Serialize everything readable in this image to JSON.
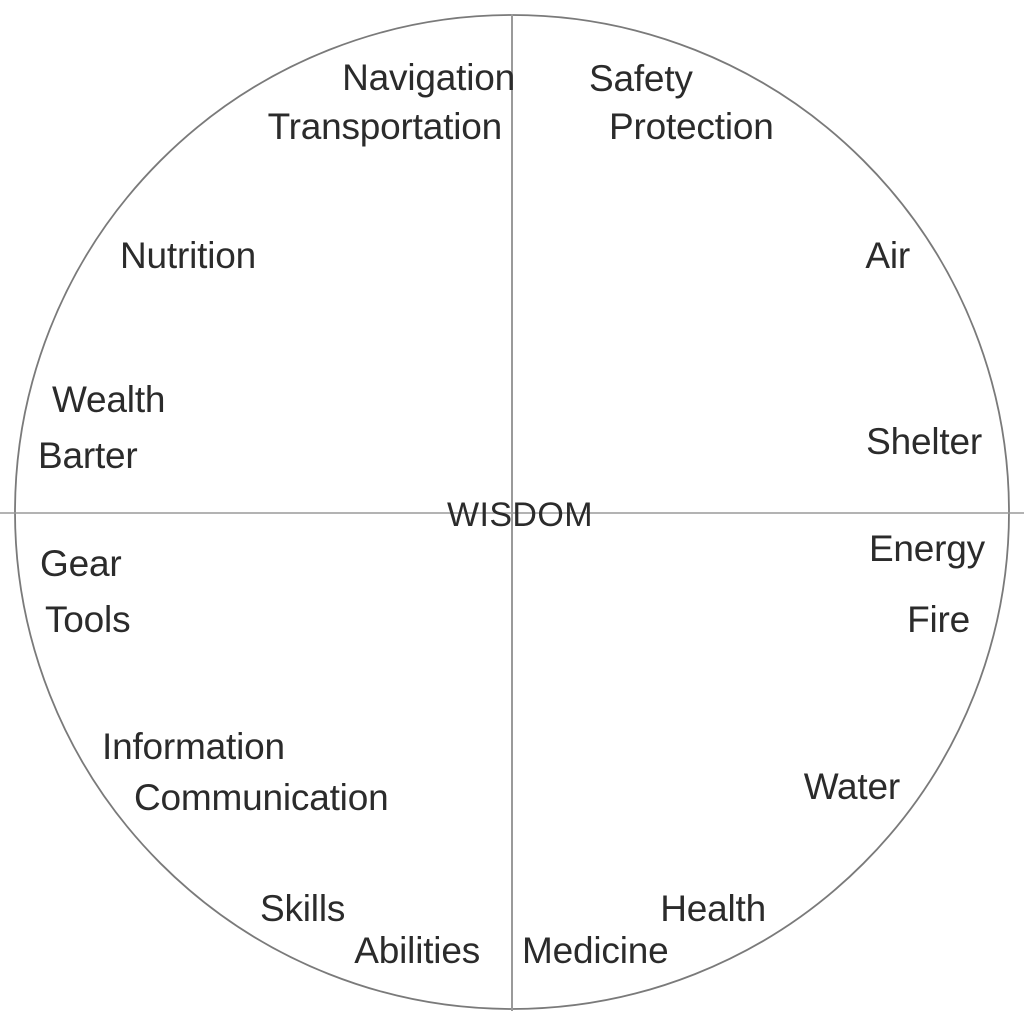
{
  "diagram": {
    "title": "WISDOM",
    "center_label": "WISDOM",
    "shape": "circle divided into four quadrants by a vertical and a horizontal axis",
    "stroke_color": "#7a7a7a",
    "text_color": "#2b2b2b",
    "background_color": "#ffffff",
    "quadrants": [
      {
        "name": "upper-left",
        "groups": [
          {
            "lines": [
              "Navigation",
              "Transportation"
            ]
          },
          {
            "lines": [
              "Nutrition"
            ]
          },
          {
            "lines": [
              "Wealth",
              "Barter"
            ]
          }
        ]
      },
      {
        "name": "upper-right",
        "groups": [
          {
            "lines": [
              "Safety",
              "Protection"
            ]
          },
          {
            "lines": [
              "Air"
            ]
          },
          {
            "lines": [
              "Shelter"
            ]
          }
        ]
      },
      {
        "name": "lower-right",
        "groups": [
          {
            "lines": [
              "Energy",
              "Fire"
            ]
          },
          {
            "lines": [
              "Water"
            ]
          },
          {
            "lines": [
              "Health",
              "Medicine"
            ]
          }
        ]
      },
      {
        "name": "lower-left",
        "groups": [
          {
            "lines": [
              "Gear",
              "Tools"
            ]
          },
          {
            "lines": [
              "Information",
              "Communication"
            ]
          },
          {
            "lines": [
              "Skills",
              "Abilities"
            ]
          }
        ]
      }
    ],
    "labels": {
      "navigation": "Navigation",
      "transportation": "Transportation",
      "safety": "Safety",
      "protection": "Protection",
      "nutrition": "Nutrition",
      "air": "Air",
      "wealth": "Wealth",
      "barter": "Barter",
      "shelter": "Shelter",
      "gear": "Gear",
      "tools": "Tools",
      "energy": "Energy",
      "fire": "Fire",
      "information": "Information",
      "communication": "Communication",
      "water": "Water",
      "skills": "Skills",
      "abilities": "Abilities",
      "health": "Health",
      "medicine": "Medicine"
    }
  }
}
